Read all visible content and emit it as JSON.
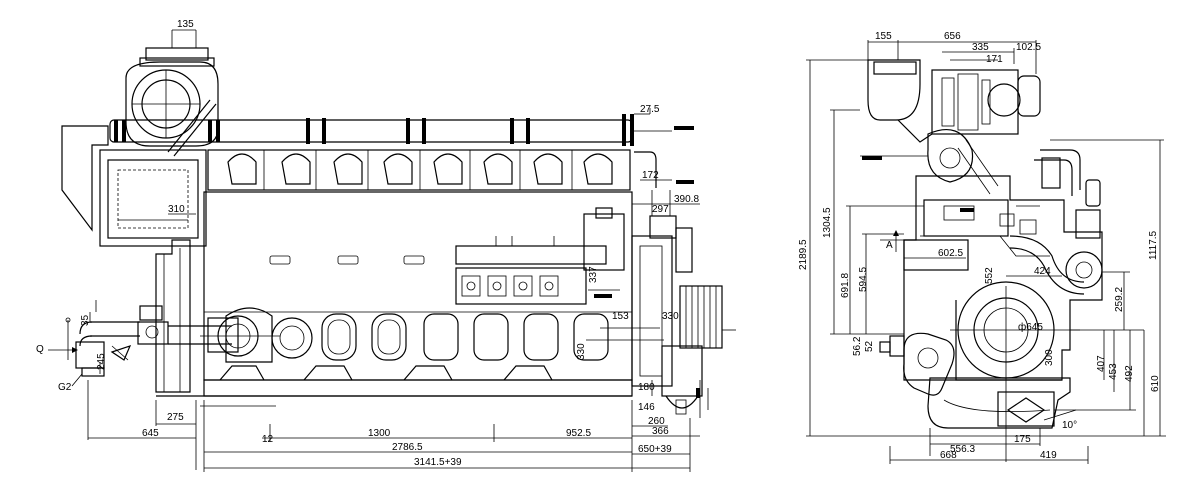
{
  "side_view": {
    "labels": {
      "q": "Q",
      "g2": "G2"
    },
    "dims": {
      "d135": "135",
      "d27_5": "27.5",
      "d172": "172",
      "d297": "297",
      "d390_8": "390.8",
      "d310": "310",
      "d337": "337",
      "d330": "330",
      "d153": "153",
      "d35": "35",
      "d245": "245",
      "d275": "275",
      "d645": "645",
      "d12": "12",
      "d1300": "1300",
      "d952_5": "952.5",
      "d2786_5": "2786.5",
      "d3141": "3141.5+39",
      "d180": "180",
      "d146": "146",
      "d260": "260",
      "d366": "366",
      "d650": "650+39"
    }
  },
  "front_view": {
    "labels": {
      "a": "A"
    },
    "dims": {
      "d155": "155",
      "d656": "656",
      "d335": "335",
      "d102_5": "102.5",
      "d171": "171",
      "d2189_5": "2189.5",
      "d1304_5": "1304.5",
      "d691_8": "691.8",
      "d594_5": "594.5",
      "d602_5": "602.5",
      "d552": "552",
      "d424": "424",
      "d1117_5": "1117.5",
      "d259_2": "259.2",
      "d645": "ф645",
      "d300": "300",
      "d56_2": "56.2",
      "d52": "52",
      "d407": "407",
      "d453": "453",
      "d492": "492",
      "d610": "610",
      "d10": "10°",
      "d556_3": "556.3",
      "d175": "175",
      "d668": "668",
      "d419": "419"
    }
  }
}
